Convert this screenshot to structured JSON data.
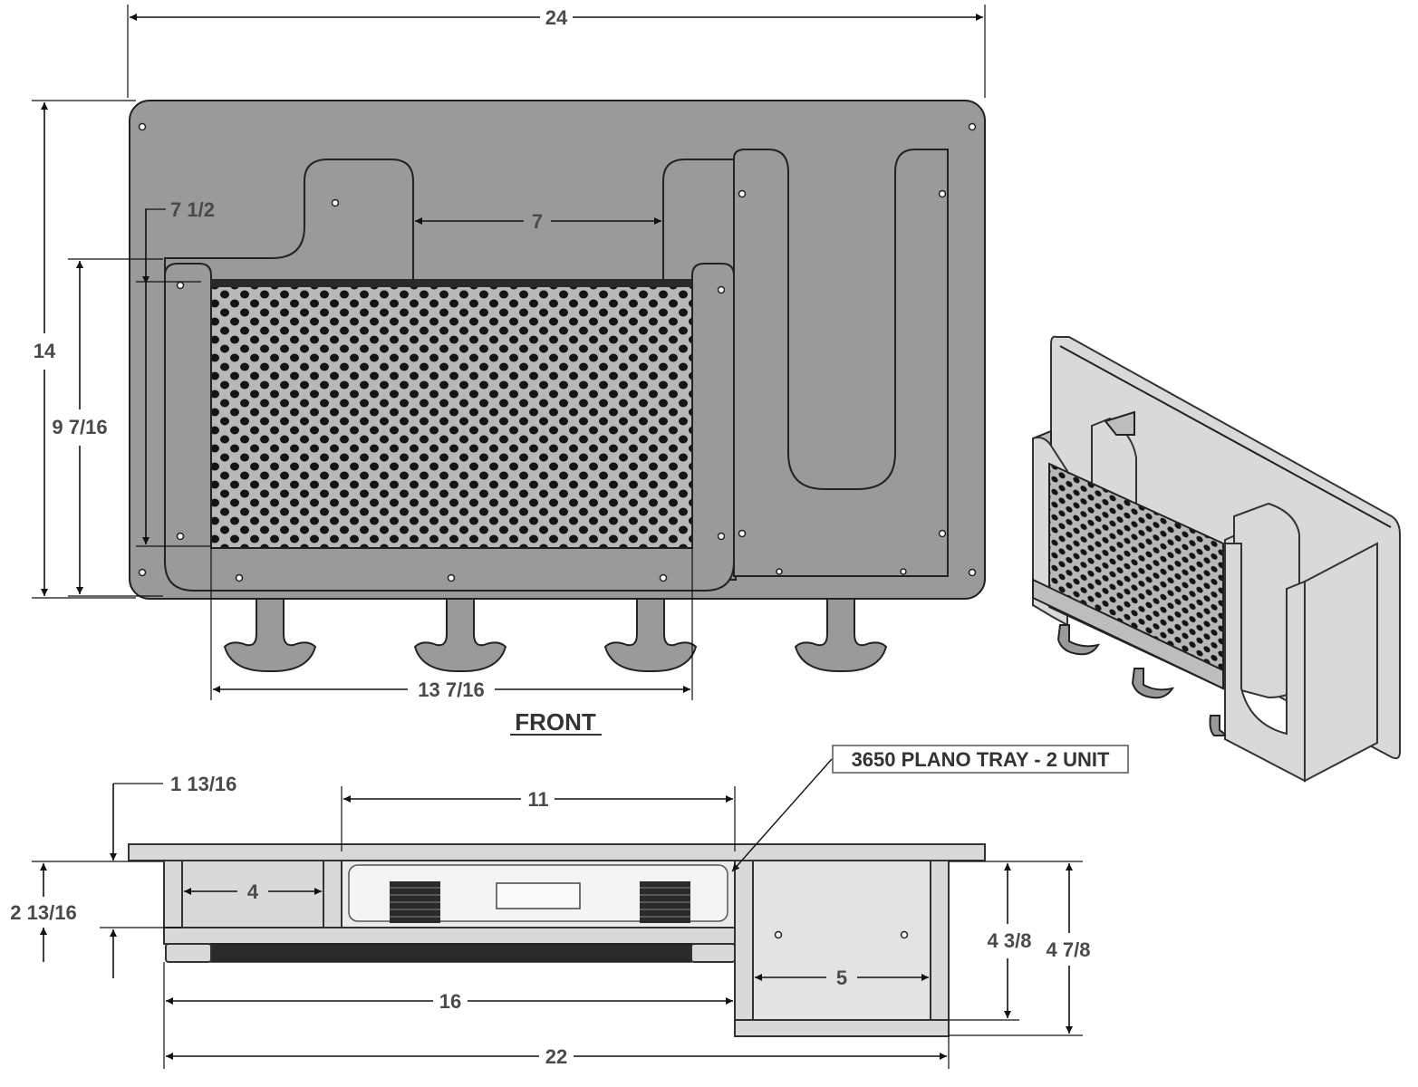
{
  "title": "FRONT",
  "callout": "3650 PLANO TRAY - 2 UNIT",
  "dimensions": {
    "front": {
      "overall_width": "24",
      "overall_height": "14",
      "cutout_width": "7",
      "cutout_drop": "7 1/2",
      "mesh_height": "9 7/16",
      "mesh_width": "13 7/16"
    },
    "top": {
      "back_thickness": "1 13/16",
      "tray_span": "11",
      "pocket": "4",
      "pocket_depth": "2 13/16",
      "inner_width": "5",
      "depth_inner": "4 3/8",
      "depth_outer": "4 7/8",
      "shelf_length": "16",
      "overall_length": "22"
    }
  },
  "colors": {
    "panel": "#9a9a9a",
    "panel_light": "#bdbdbd",
    "outline": "#222222",
    "dimension": "#4a4a4a"
  }
}
